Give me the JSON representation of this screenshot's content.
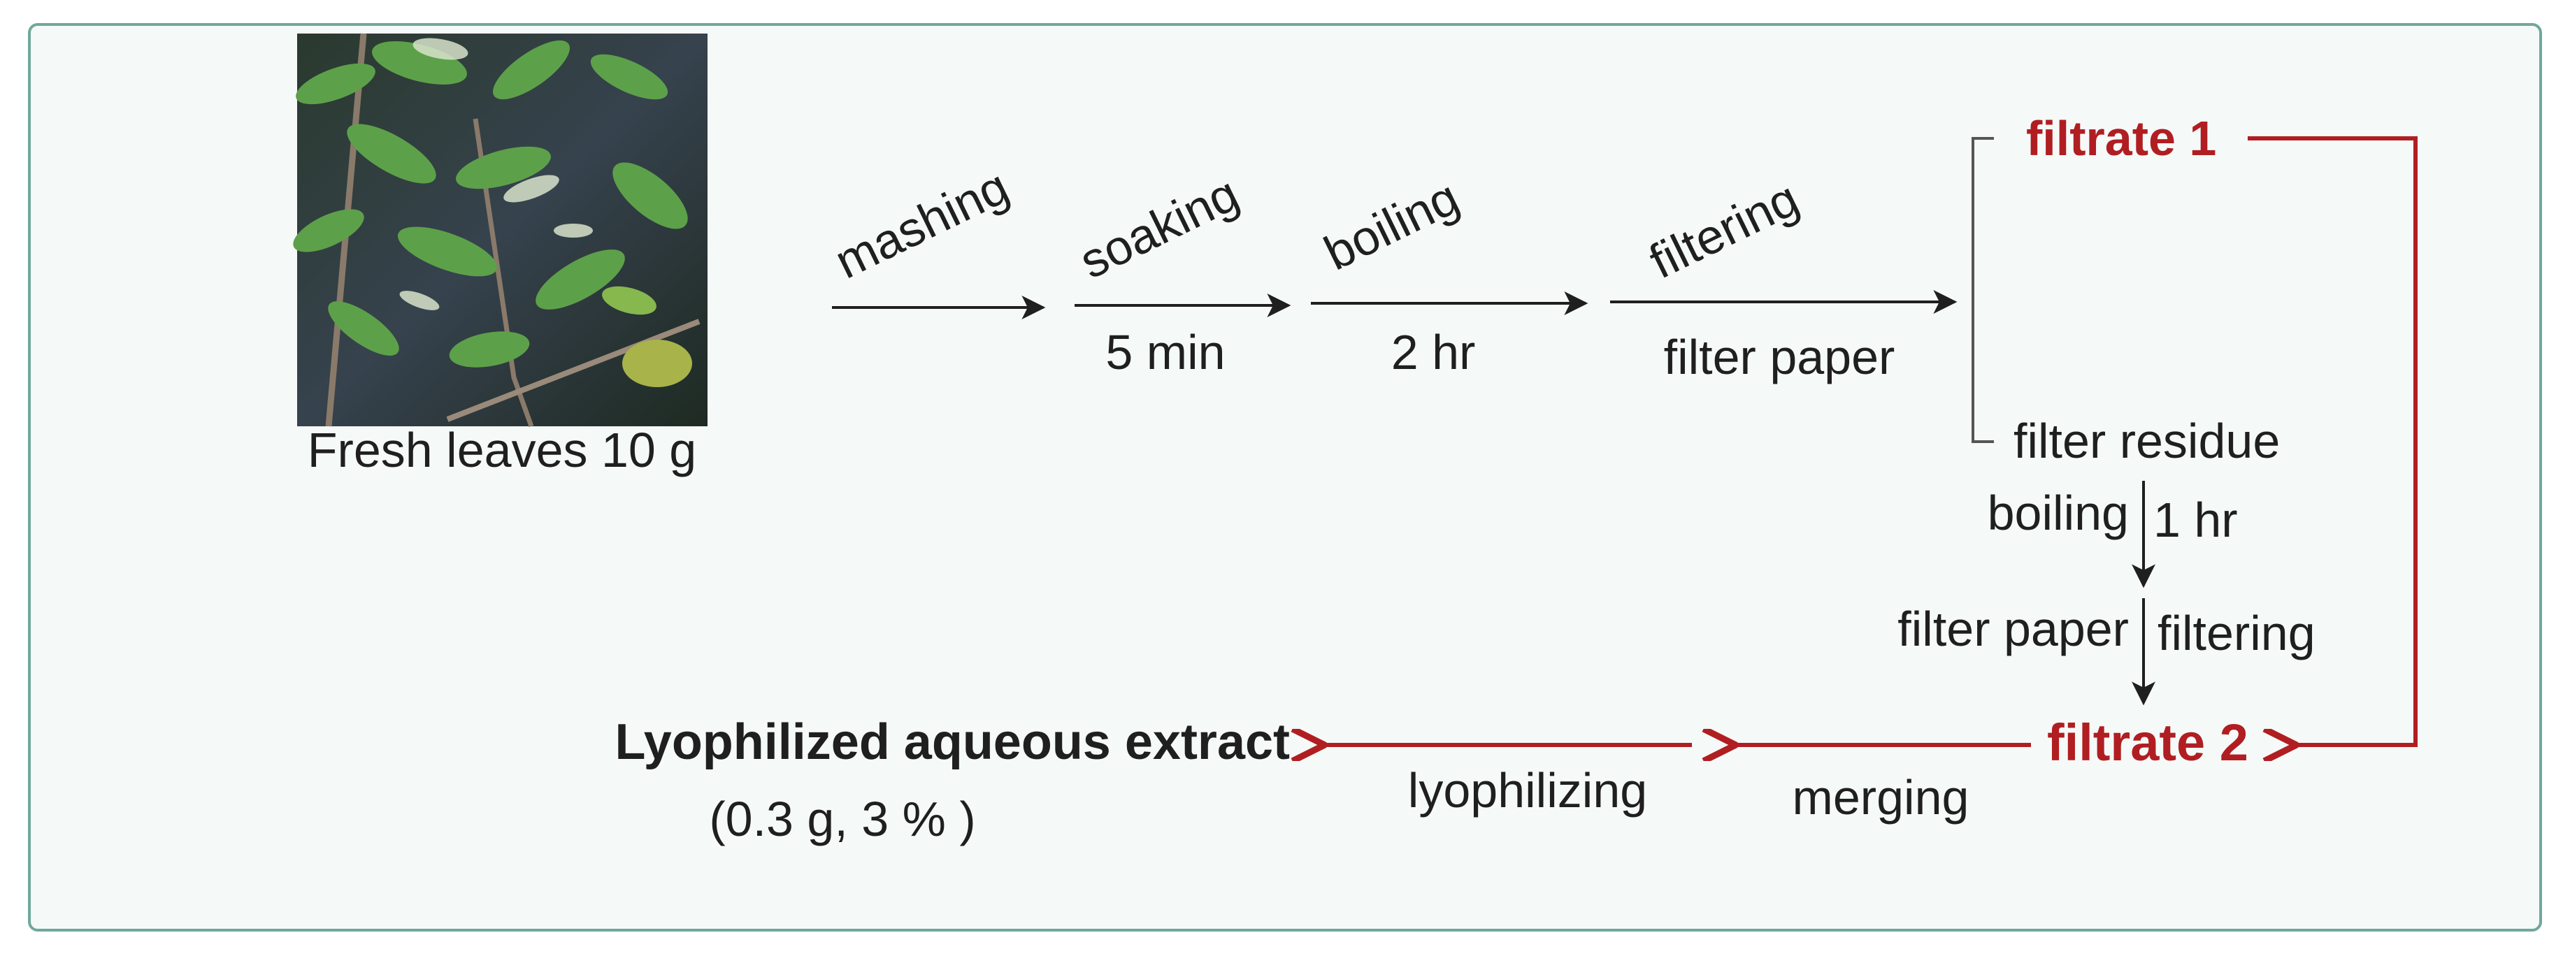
{
  "image": {
    "caption": "Fresh leaves 10 g"
  },
  "steps": {
    "mashing": "mashing",
    "soaking": "soaking",
    "soaking_time": "5 min",
    "boiling": "boiling",
    "boiling_time": "2 hr",
    "filtering": "filtering",
    "filter_paper": "filter paper"
  },
  "branch": {
    "filtrate_1": "filtrate 1",
    "filter_residue": "filter residue",
    "boiling": "boiling",
    "boiling_time": "1 hr",
    "filter_paper": "filter paper",
    "filtering": "filtering",
    "filtrate_2": "filtrate 2"
  },
  "bottom": {
    "merging": "merging",
    "lyophilizing": "lyophilizing",
    "product_title": "Lyophilized aqueous extract",
    "product_yield": "(0.3 g, 3 % )"
  },
  "colors": {
    "accent_red": "#b01e22",
    "frame_border": "#6fa89a",
    "text": "#1f1f1f"
  }
}
